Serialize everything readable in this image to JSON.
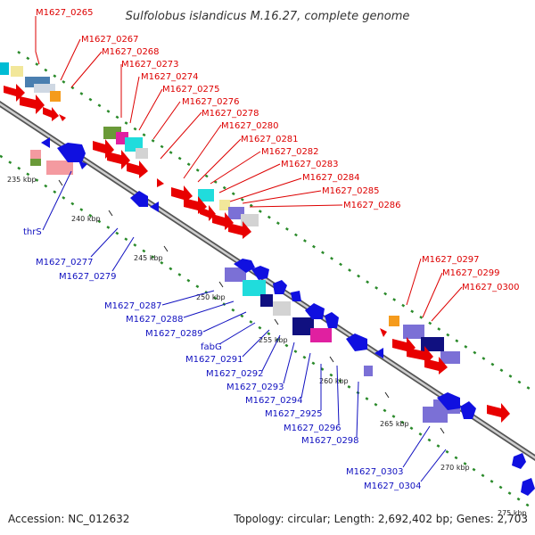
{
  "title": "Sulfolobus islandicus M.16.27, complete genome",
  "footer": {
    "accession": "Accession: NC_012632",
    "topology": "Topology: circular; Length: 2,692,402 bp; Genes: 2,703"
  },
  "scale_labels": [
    "235 kbp",
    "240 kbp",
    "245 kbp",
    "250 kbp",
    "255 kbp",
    "260 kbp",
    "265 kbp",
    "270 kbp",
    "275 kbp"
  ],
  "colors": {
    "forward_label": "#dd0000",
    "reverse_label": "#1010c0",
    "backbone": "#888888",
    "gc_ticks": "#2a8a2a"
  },
  "forward_genes": [
    "M1627_0265",
    "M1627_0267",
    "M1627_0268",
    "M1627_0273",
    "M1627_0274",
    "M1627_0275",
    "M1627_0276",
    "M1627_0278",
    "M1627_0280",
    "M1627_0281",
    "M1627_0282",
    "M1627_0283",
    "M1627_0284",
    "M1627_0285",
    "M1627_0286",
    "M1627_0297",
    "M1627_0299",
    "M1627_0300"
  ],
  "reverse_genes": [
    "thrS",
    "M1627_0277",
    "M1627_0279",
    "M1627_0287",
    "M1627_0288",
    "M1627_0289",
    "fabG",
    "M1627_0291",
    "M1627_0292",
    "M1627_0293",
    "M1627_0294",
    "M1627_2925",
    "M1627_0296",
    "M1627_0298",
    "M1627_0303",
    "M1627_0304"
  ]
}
